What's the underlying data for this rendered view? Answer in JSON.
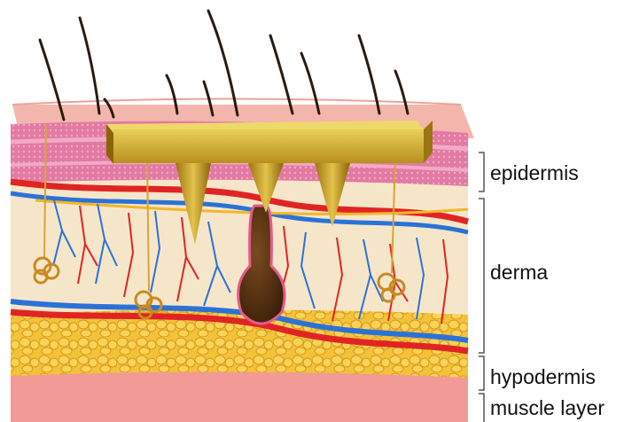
{
  "labels": {
    "epidermis": "epidermis",
    "derma": "derma",
    "hypodermis": "hypodermis",
    "muscle": "muscle layer"
  },
  "colors": {
    "skin_surface": "#f3b6ad",
    "epidermis": "#e88aa8",
    "derma": "#f6e6c9",
    "artery": "#e02424",
    "vein": "#2b72d6",
    "fat": "#f1b62a",
    "muscle": "#f29a96",
    "microneedle_patch": "#c8a52a",
    "hair": "#2a1a10"
  },
  "icons": [
    "hair-icon",
    "sweat-gland-icon",
    "hair-follicle-icon",
    "microneedle-icon"
  ]
}
